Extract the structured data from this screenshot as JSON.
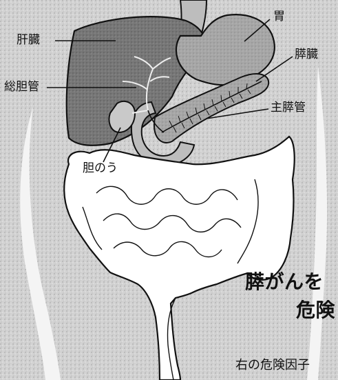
{
  "labels": {
    "stomach": "胃",
    "liver": "肝臓",
    "pancreas": "膵臓",
    "common_bile_duct": "総胆管",
    "main_pancreatic_duct": "主膵管",
    "gallbladder": "胆のう"
  },
  "headline": {
    "line1": "膵がんを",
    "line2": "危険"
  },
  "caption": "右の危険因子",
  "colors": {
    "background": "#d6d6d6",
    "liver_fill": "#7a7a7a",
    "stomach_fill": "#a8a8a8",
    "pancreas_fill": "#9a9a9a",
    "intestine_fill": "#ffffff",
    "outline": "#111111"
  }
}
